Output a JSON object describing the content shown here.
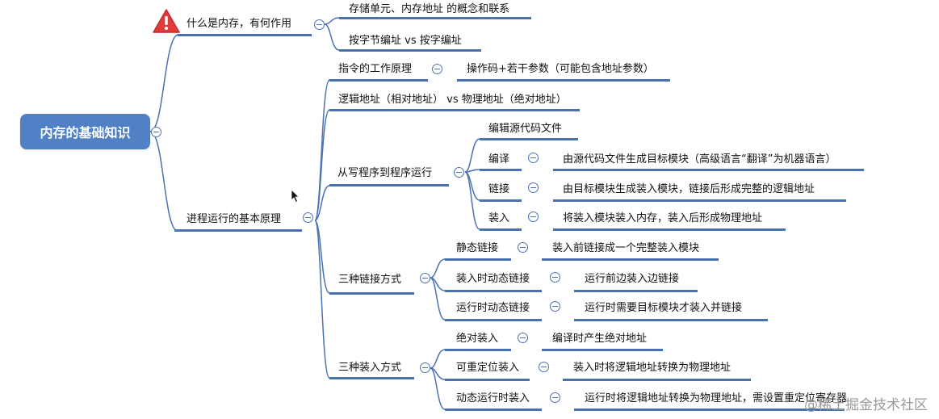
{
  "root": {
    "label": "内存的基础知识"
  },
  "nodes": {
    "what_is_memory": "什么是内存，有何作用",
    "storage_unit": "存储单元、内存地址 的概念和联系",
    "byte_vs_word": "按字节编址 vs 按字编址",
    "process_principle": "进程运行的基本原理",
    "instruction": "指令的工作原理",
    "opcode": "操作码+若干参数（可能包含地址参数）",
    "logical_physical": "逻辑地址（相对地址） vs 物理地址（绝对地址）",
    "write_to_run": "从写程序到程序运行",
    "edit_source": "编辑源代码文件",
    "compile": "编译",
    "compile_desc": "由源代码文件生成目标模块（高级语言“翻译”为机器语言）",
    "link": "链接",
    "link_desc": "由目标模块生成装入模块，链接后形成完整的逻辑地址",
    "load": "装入",
    "load_desc": "将装入模块装入内存，装入后形成物理地址",
    "link_methods": "三种链接方式",
    "static_link": "静态链接",
    "static_link_desc": "装入前链接成一个完整装入模块",
    "load_time_link": "装入时动态链接",
    "load_time_link_desc": "运行前边装入边链接",
    "run_time_link": "运行时动态链接",
    "run_time_link_desc": "运行时需要目标模块才装入并链接",
    "load_methods": "三种装入方式",
    "absolute_load": "绝对装入",
    "absolute_load_desc": "编译时产生绝对地址",
    "relocatable_load": "可重定位装入",
    "relocatable_load_desc": "装入时将逻辑地址转换为物理地址",
    "dynamic_load": "动态运行时装入",
    "dynamic_load_desc": "运行时将逻辑地址转换为物理地址，需设置重定位寄存器"
  },
  "watermark": "@稀土掘金技术社区",
  "colors": {
    "line": "#4a72b0",
    "root_bg": "#4f81c4",
    "warning": "#e03a3a"
  }
}
